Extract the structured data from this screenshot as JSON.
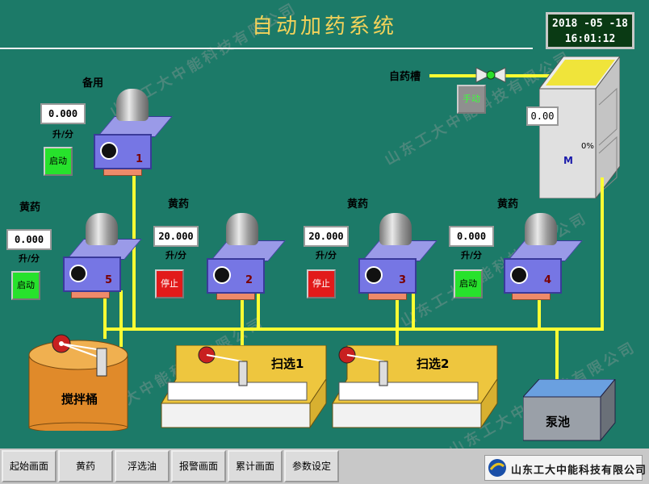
{
  "title": "自动加药系统",
  "clock": {
    "date": "2018 -05 -18",
    "time": "16:01:12"
  },
  "watermark": "山东工大中能科技有限公司",
  "self_tank": {
    "label": "自药槽",
    "manual_btn": "手动",
    "level_value": "0.00",
    "percent": "0%",
    "mark": "M"
  },
  "pumps": [
    {
      "id": "spare",
      "header": "备用",
      "value": "0.000",
      "unit": "升/分",
      "button": "启动",
      "button_state": "green",
      "number": "1"
    },
    {
      "id": "p5",
      "header": "黄药",
      "value": "0.000",
      "unit": "升/分",
      "button": "启动",
      "button_state": "green",
      "number": "5"
    },
    {
      "id": "p2",
      "header": "黄药",
      "value": "20.000",
      "unit": "升/分",
      "button": "停止",
      "button_state": "red",
      "number": "2"
    },
    {
      "id": "p3",
      "header": "黄药",
      "value": "20.000",
      "unit": "升/分",
      "button": "停止",
      "button_state": "red",
      "number": "3"
    },
    {
      "id": "p4",
      "header": "黄药",
      "value": "0.000",
      "unit": "升/分",
      "button": "启动",
      "button_state": "green",
      "number": "4"
    }
  ],
  "tanks": {
    "mixer": "搅拌桶",
    "scan1": "扫选1",
    "scan2": "扫选2",
    "pool": "泵池"
  },
  "nav": [
    "起始画面",
    "黄药",
    "浮选油",
    "报警画面",
    "累计画面",
    "参数设定"
  ],
  "logo_text": "山东工大中能科技有限公司",
  "colors": {
    "background": "#1c7a68",
    "pipe": "#ffff33",
    "start": "#27e22c",
    "stop": "#e21a1a",
    "title": "#f2d25a"
  }
}
